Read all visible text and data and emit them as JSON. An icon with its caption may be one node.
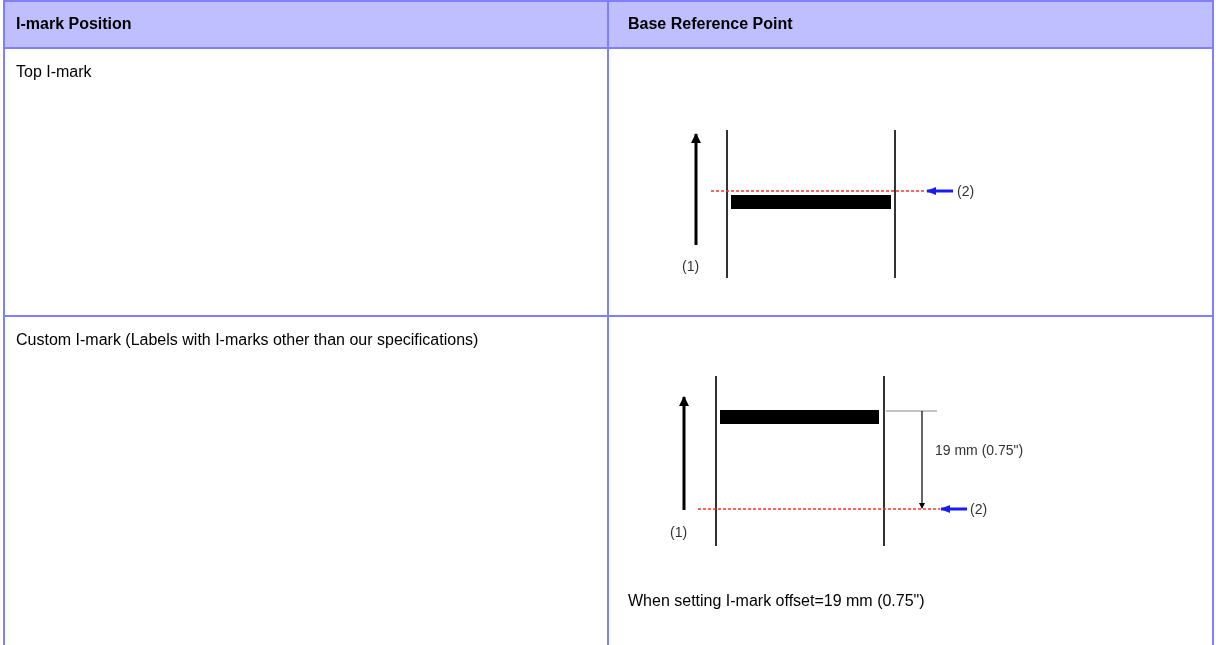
{
  "diagram": {
    "labels": [
      "I-mark Position",
      "Base Reference Point",
      "Top I-mark",
      "(1)",
      "(2)",
      "Custom I-mark (Labels with I-marks other than our specifications)",
      "19 mm (0.75\")",
      "(1)",
      "(2)",
      "When setting I-mark offset=19 mm (0.75\")"
    ]
  }
}
